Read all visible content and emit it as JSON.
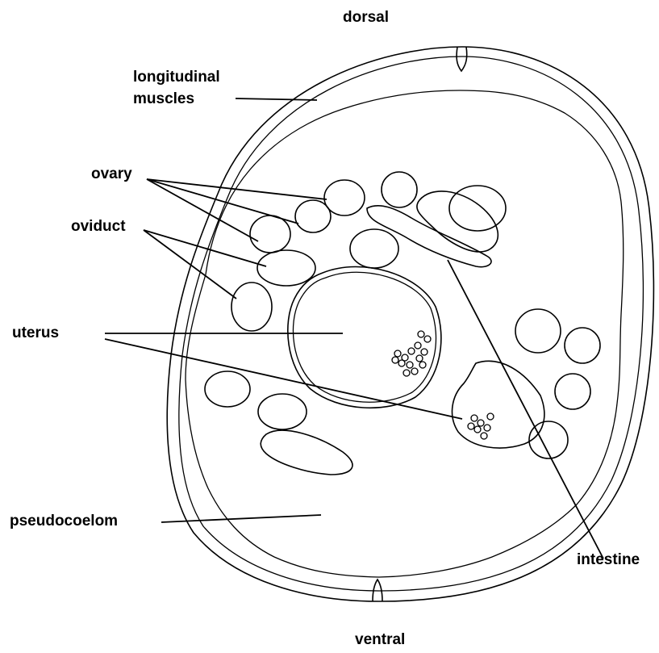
{
  "labels": {
    "dorsal": "dorsal",
    "longitudinal": "longitudinal",
    "muscles": "muscles",
    "ovary": "ovary",
    "oviduct": "oviduct",
    "uterus": "uterus",
    "pseudocoelom": "pseudocoelom",
    "intestine": "intestine",
    "ventral": "ventral"
  }
}
